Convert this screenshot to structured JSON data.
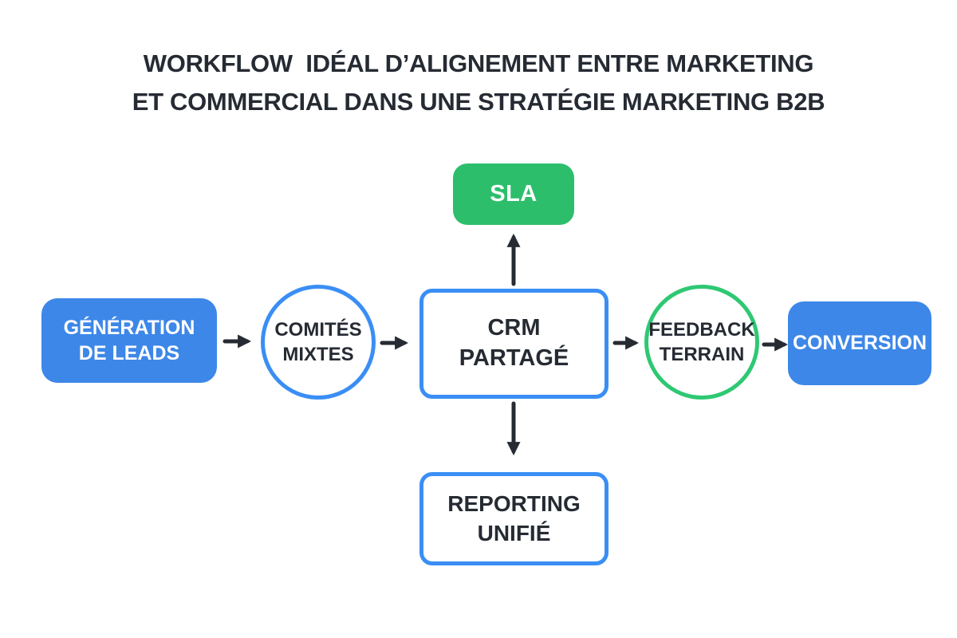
{
  "title": {
    "text": "WORKFLOW  IDÉAL D’ALIGNEMENT ENTRE MARKETING\nET COMMERCIAL DANS UNE STRATÉGIE MARKETING B2B"
  },
  "colors": {
    "blue": "#3d87e8",
    "blue-border": "#3a8ef5",
    "green": "#2dbe6c",
    "green-border": "#2ec873",
    "dark": "#262b33"
  },
  "nodes": {
    "sla": {
      "label": "SLA",
      "shape": "rounded-rect",
      "style": "green-filled"
    },
    "generation": {
      "label": "GÉNÉRATION\nDE LEADS",
      "shape": "rounded-rect",
      "style": "blue-filled"
    },
    "comites": {
      "label": "COMITÉS\nMIXTES",
      "shape": "circle",
      "style": "blue-outline"
    },
    "crm": {
      "label": "CRM\nPARTAGÉ",
      "shape": "rounded-rect",
      "style": "blue-outline"
    },
    "feedback": {
      "label": "FEEDBACK\nTERRAIN",
      "shape": "circle",
      "style": "green-outline"
    },
    "conversion": {
      "label": "CONVERSION",
      "shape": "rounded-rect",
      "style": "blue-filled"
    },
    "reporting": {
      "label": "REPORTING\nUNIFIÉ",
      "shape": "rounded-rect",
      "style": "blue-outline"
    }
  },
  "connectors": [
    {
      "from": "generation",
      "to": "comites",
      "direction": "right"
    },
    {
      "from": "comites",
      "to": "crm",
      "direction": "right"
    },
    {
      "from": "crm",
      "to": "sla",
      "direction": "up"
    },
    {
      "from": "crm",
      "to": "feedback",
      "direction": "right"
    },
    {
      "from": "crm",
      "to": "reporting",
      "direction": "down"
    },
    {
      "from": "feedback",
      "to": "conversion",
      "direction": "right"
    }
  ]
}
